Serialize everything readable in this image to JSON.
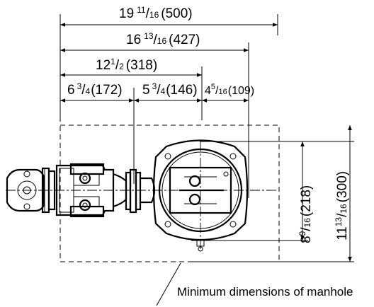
{
  "dimensions": {
    "overall_width": {
      "whole": "19",
      "num": "11",
      "den": "16",
      "mm": "(500)"
    },
    "width_427": {
      "whole": "16",
      "num": "13",
      "den": "16",
      "mm": "(427)"
    },
    "width_318": {
      "whole": "12",
      "num": "1",
      "den": "2",
      "mm": "(318)"
    },
    "seg_172": {
      "whole": "6",
      "num": "3",
      "den": "4",
      "mm": "(172)"
    },
    "seg_146": {
      "whole": "5",
      "num": "3",
      "den": "4",
      "mm": "(146)"
    },
    "seg_109": {
      "whole": "4",
      "num": "5",
      "den": "16",
      "mm": "(109)"
    },
    "height_218": {
      "whole": "8",
      "num": "9",
      "den": "16",
      "mm": "(218)"
    },
    "height_300": {
      "whole": "11",
      "num": "13",
      "den": "16",
      "mm": "(300)"
    }
  },
  "note": "Minimum dimensions of manhole"
}
